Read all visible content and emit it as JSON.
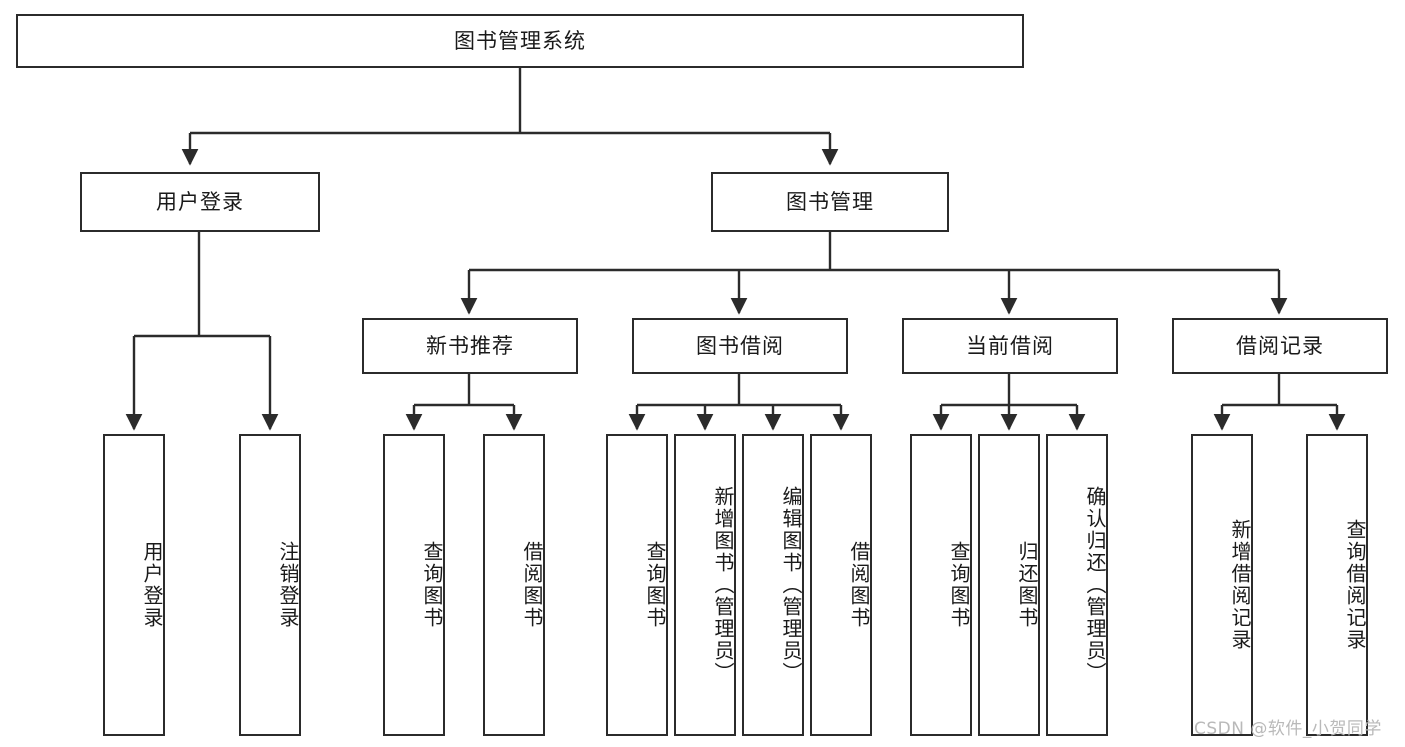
{
  "diagram": {
    "title": "图书管理系统",
    "type": "功能结构图",
    "line_color": "#2b2b2b",
    "box_fill": "#ffffff",
    "text_color": "#1a1a1a",
    "root": {
      "label": "图书管理系统"
    },
    "level2": [
      {
        "label": "用户登录"
      },
      {
        "label": "图书管理"
      }
    ],
    "level3": [
      {
        "label": "新书推荐"
      },
      {
        "label": "图书借阅"
      },
      {
        "label": "当前借阅"
      },
      {
        "label": "借阅记录"
      }
    ],
    "leaves": {
      "user_login": [
        {
          "label": "用户登录"
        },
        {
          "label": "注销登录"
        }
      ],
      "new_book_recommend": [
        {
          "label": "查询图书"
        },
        {
          "label": "借阅图书"
        }
      ],
      "book_borrow": [
        {
          "label": "查询图书"
        },
        {
          "label": "新增图书（管理员）"
        },
        {
          "label": "编辑图书（管理员）"
        },
        {
          "label": "借阅图书"
        }
      ],
      "current_borrow": [
        {
          "label": "查询图书"
        },
        {
          "label": "归还图书"
        },
        {
          "label": "确认归还（管理员）"
        }
      ],
      "borrow_record": [
        {
          "label": "新增借阅记录"
        },
        {
          "label": "查询借阅记录"
        }
      ]
    }
  },
  "watermark": {
    "text": "CSDN @软件_小贺同学",
    "color": "#b9b9b9"
  }
}
